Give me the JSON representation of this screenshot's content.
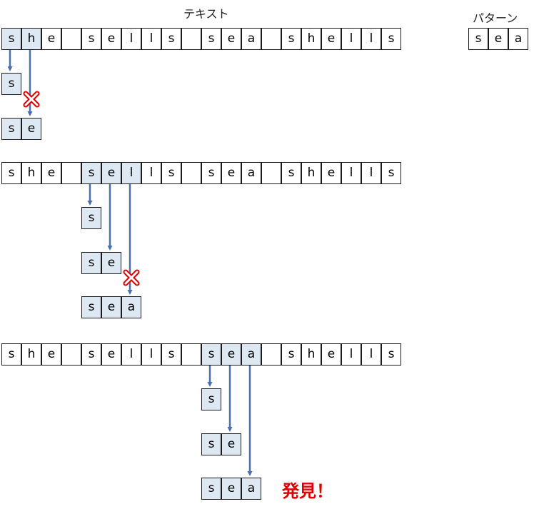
{
  "text_label": "テキスト",
  "pattern_label": "パターン",
  "text_chars": [
    "s",
    "h",
    "e",
    " ",
    "s",
    "e",
    "l",
    "l",
    "s",
    " ",
    "s",
    "e",
    "a",
    " ",
    "s",
    "h",
    "e",
    "l",
    "l",
    "s"
  ],
  "pattern_chars": [
    "s",
    "e",
    "a"
  ],
  "found_label": "発見！",
  "colors": {
    "highlight": "#dde8f3",
    "arrow": "#4a6fb5",
    "mismatch": "#e00000",
    "border": "#1a1a1a"
  },
  "steps": [
    {
      "start": 0,
      "highlight_count": 2,
      "compares": [
        "s",
        "se"
      ],
      "mismatch": true,
      "found": false
    },
    {
      "start": 4,
      "highlight_count": 3,
      "compares": [
        "s",
        "se",
        "sea"
      ],
      "mismatch": true,
      "found": false
    },
    {
      "start": 10,
      "highlight_count": 3,
      "compares": [
        "s",
        "se",
        "sea"
      ],
      "mismatch": false,
      "found": true
    }
  ]
}
